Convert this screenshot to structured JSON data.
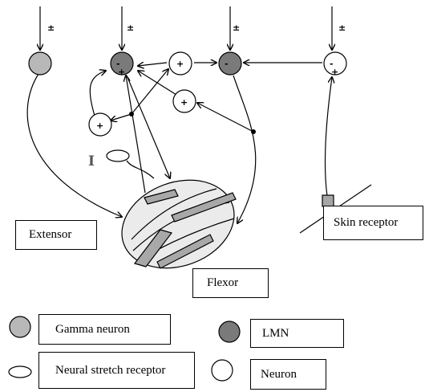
{
  "input_sign": "±",
  "plus_sign": "+",
  "minus_sign": "-",
  "scale_bar": "I",
  "labels": {
    "extensor": "Extensor",
    "flexor": "Flexor",
    "skin_receptor": "Skin receptor"
  },
  "legend": {
    "gamma": "Gamma neuron",
    "lmn": "LMN",
    "stretch": "Neural stretch receptor",
    "neuron": "Neuron"
  },
  "colors": {
    "gamma": "#b8b8b8",
    "lmn": "#7a7a7a",
    "neuron": "#ffffff",
    "muscle": "#ebebeb",
    "fiber": "#a8a8a8",
    "skin_receptor": "#a6a6a6"
  }
}
